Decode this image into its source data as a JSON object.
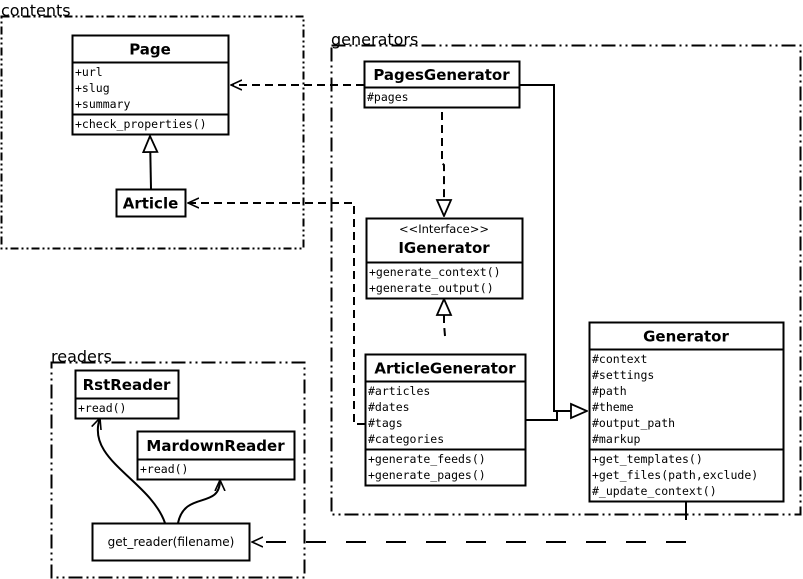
{
  "packages": [
    {
      "label": "contents"
    },
    {
      "label": "generators"
    },
    {
      "label": "readers"
    }
  ],
  "classes": {
    "page": {
      "name": "Page",
      "attributes": [
        "+url",
        "+slug",
        "+summary"
      ],
      "methods": [
        "+check_properties()"
      ]
    },
    "article": {
      "name": "Article"
    },
    "pages_generator": {
      "name": "PagesGenerator",
      "attributes": [
        "#pages"
      ]
    },
    "igenerator": {
      "stereotype": "<<Interface>>",
      "name": "IGenerator",
      "methods": [
        "+generate_context()",
        "+generate_output()"
      ]
    },
    "article_generator": {
      "name": "ArticleGenerator",
      "attributes": [
        "#articles",
        "#dates",
        "#tags",
        "#categories"
      ],
      "methods": [
        "+generate_feeds()",
        "+generate_pages()"
      ]
    },
    "generator": {
      "name": "Generator",
      "attributes": [
        "#context",
        "#settings",
        "#path",
        "#theme",
        "#output_path",
        "#markup"
      ],
      "methods": [
        "+get_templates()",
        "+get_files(path,exclude)",
        "#_update_context()"
      ]
    },
    "rst_reader": {
      "name": "RstReader",
      "methods": [
        "+read()"
      ]
    },
    "mardown_reader": {
      "name": "MardownReader",
      "methods": [
        "+read()"
      ]
    }
  },
  "functions": {
    "get_reader": "get_reader(filename)"
  }
}
